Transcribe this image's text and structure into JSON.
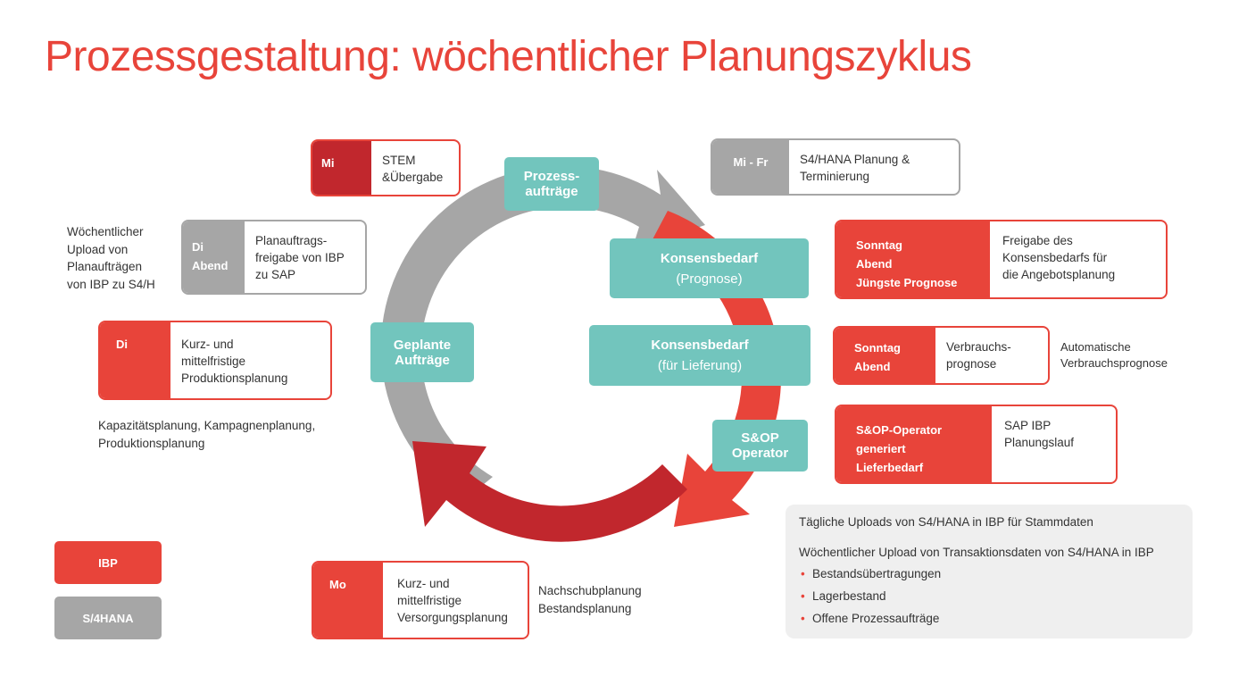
{
  "title": "Prozessgestaltung: wöchentlicher Planungszyklus",
  "colors": {
    "title_red": "#e8443a",
    "ibp_red": "#e8443a",
    "dark_red": "#c1272d",
    "s4_gray": "#a6a6a6",
    "teal": "#72c5bd",
    "info_bg": "#efefef"
  },
  "cycle_nodes": {
    "prozessauftraege": "Prozess-\naufträge",
    "konsensbedarf_prognose": {
      "line1": "Konsensbedarf",
      "line2": "(Prognose)"
    },
    "konsensbedarf_lieferung": {
      "line1": "Konsensbedarf",
      "line2": "(für Lieferung)"
    },
    "sop_operator": {
      "line1": "S&OP",
      "line2": "Operator"
    },
    "geplante_auftraege": {
      "line1": "Geplante",
      "line2": "Aufträge"
    }
  },
  "left_steps": [
    {
      "label": "Mi",
      "text_lines": [
        "STEM",
        "&Übergabe"
      ],
      "system": "IBP-dark"
    },
    {
      "label_lines": [
        "Di",
        "Abend"
      ],
      "text_lines": [
        "Planauftrags-",
        "freigabe von IBP",
        "zu SAP"
      ],
      "system": "S/4HANA"
    },
    {
      "label": "Di",
      "text_lines": [
        "Kurz- und",
        "mittelfristige",
        "Produktionsplanung"
      ],
      "system": "IBP"
    }
  ],
  "left_notes": {
    "upload": [
      "Wöchentlicher",
      "Upload von",
      "Planaufträgen",
      "von IBP zu S4/H"
    ],
    "kapazitaet": [
      "Kapazitätsplanung, Kampagnenplanung,",
      "Produktionsplanung"
    ]
  },
  "right_steps": [
    {
      "label": "Mi - Fr",
      "text_lines": [
        "S4/HANA Planung &",
        "Terminierung"
      ],
      "system": "S/4HANA"
    },
    {
      "label_lines": [
        "Sonntag",
        "Abend",
        "Jüngste Prognose"
      ],
      "text_lines": [
        "Freigabe des",
        "Konsensbedarfs für",
        "die Angebotsplanung"
      ],
      "system": "IBP"
    },
    {
      "label_lines": [
        "Sonntag",
        "Abend"
      ],
      "text_lines": [
        "Verbrauchs-",
        "prognose"
      ],
      "system": "IBP"
    },
    {
      "label_lines": [
        "S&OP-Operator",
        "generiert",
        "Lieferbedarf"
      ],
      "text_lines": [
        "SAP IBP",
        "Planungslauf"
      ],
      "system": "IBP"
    }
  ],
  "right_notes": {
    "auto": [
      "Automatische",
      "Verbrauchsprognose"
    ]
  },
  "bottom_step": {
    "label": "Mo",
    "text_lines": [
      "Kurz- und",
      "mittelfristige",
      "Versorgungsplanung"
    ],
    "system": "IBP"
  },
  "bottom_note": [
    "Nachschubplanung",
    "Bestandsplanung"
  ],
  "legend": [
    {
      "label": "IBP",
      "color": "#e8443a"
    },
    {
      "label": "S/4HANA",
      "color": "#a6a6a6"
    }
  ],
  "info": {
    "line1": "Tägliche Uploads von S4/HANA in IBP für Stammdaten",
    "line2": "Wöchentlicher Upload von Transaktionsdaten von S4/HANA in IBP",
    "bullets": [
      "Bestandsübertragungen",
      "Lagerbestand",
      "Offene Prozessaufträge"
    ],
    "bullet_glyph": "•"
  }
}
